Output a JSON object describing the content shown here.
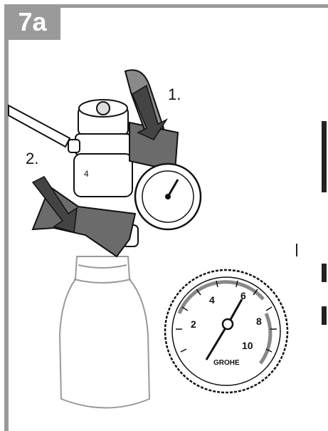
{
  "figure": {
    "badge": "7a",
    "steps": [
      {
        "label": "1."
      },
      {
        "label": "2."
      }
    ]
  },
  "gauge": {
    "scale_labels": [
      "2",
      "4",
      "6",
      "8",
      "10"
    ],
    "brand": "GROHE"
  },
  "colors": {
    "frame": "#9a9a9a",
    "lever": "#6b6b6b",
    "line": "#111111"
  }
}
